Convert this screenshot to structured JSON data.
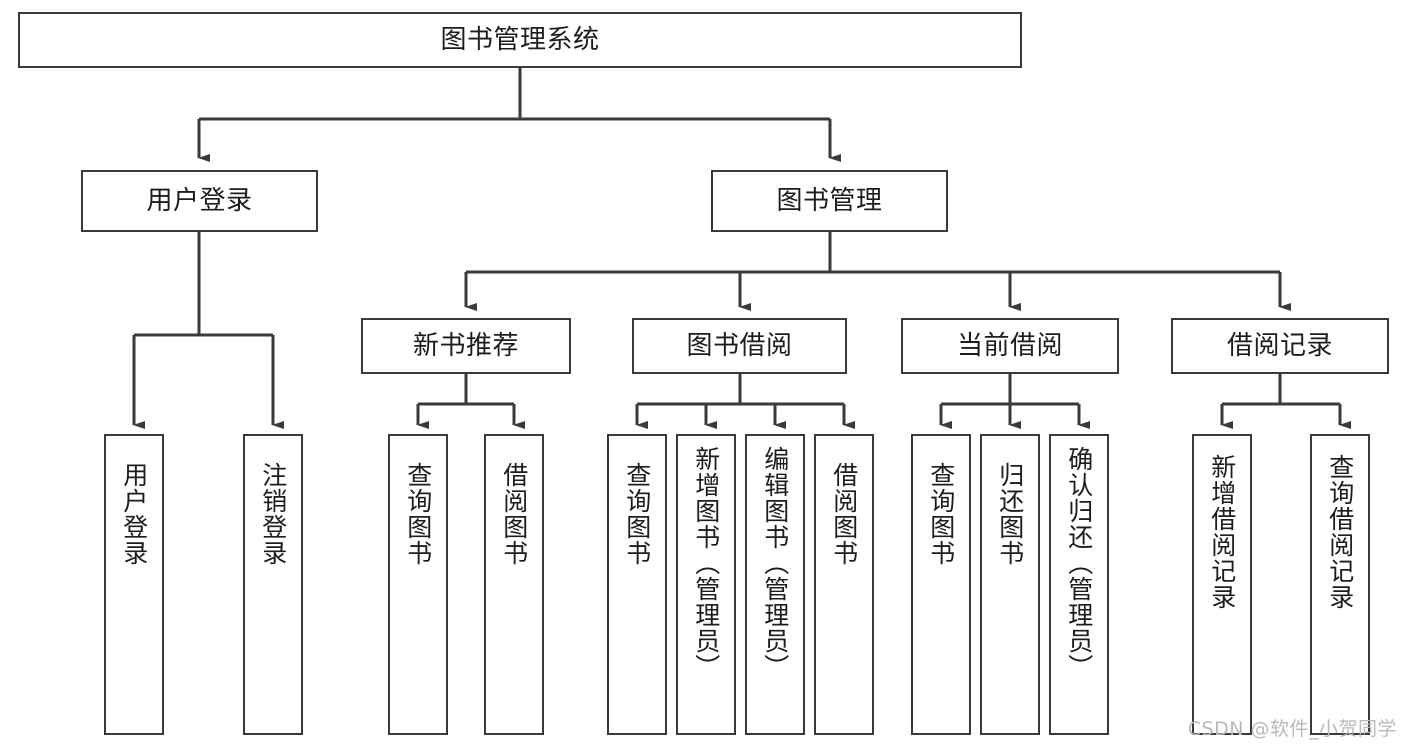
{
  "diagram": {
    "title": "图书管理系统",
    "type": "tree",
    "root": {
      "label": "图书管理系统"
    },
    "level2": [
      {
        "label": "用户登录"
      },
      {
        "label": "图书管理"
      }
    ],
    "level3": [
      {
        "label": "新书推荐"
      },
      {
        "label": "图书借阅"
      },
      {
        "label": "当前借阅"
      },
      {
        "label": "借阅记录"
      }
    ],
    "leaves": {
      "user_login": [
        {
          "label": "用户登录"
        },
        {
          "label": "注销登录"
        }
      ],
      "new_book_recommend": [
        {
          "label": "查询图书"
        },
        {
          "label": "借阅图书"
        }
      ],
      "book_borrow": [
        {
          "label": "查询图书"
        },
        {
          "label": "新增图书（管理员）"
        },
        {
          "label": "编辑图书（管理员）"
        },
        {
          "label": "借阅图书"
        }
      ],
      "current_borrow": [
        {
          "label": "查询图书"
        },
        {
          "label": "归还图书"
        },
        {
          "label": "确认归还（管理员）"
        }
      ],
      "borrow_record": [
        {
          "label": "新增借阅记录"
        },
        {
          "label": "查询借阅记录"
        }
      ]
    }
  },
  "watermark": {
    "text": "CSDN @软件_小贺同学"
  },
  "colors": {
    "stroke": "#3a3a3a",
    "text": "#1d1d1d",
    "background": "#ffffff",
    "watermark": "#b9b9b9"
  }
}
